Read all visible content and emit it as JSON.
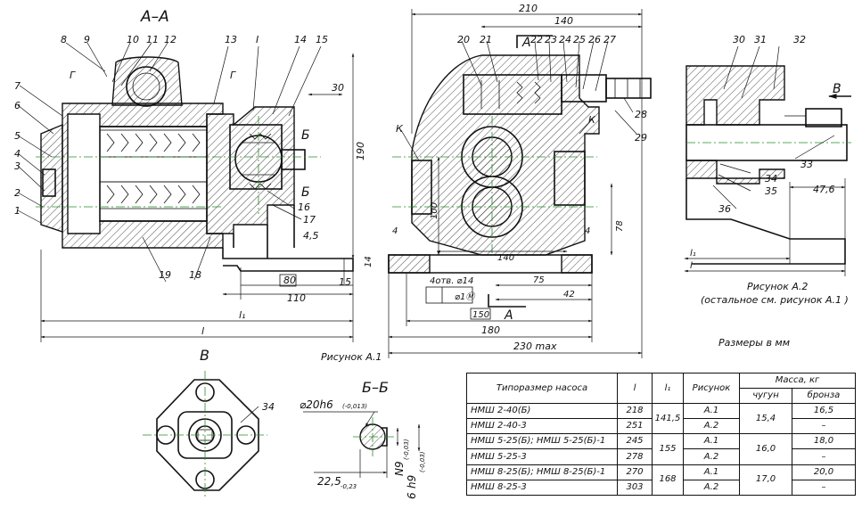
{
  "views": {
    "section_aa": "А–А",
    "section_bb": "Б–Б",
    "view_v": "В",
    "figure_a1": "Рисунок А.1",
    "figure_a2": "Рисунок А.2",
    "figure_a2_note": "(остальное см. рисунок А.1 )",
    "units_note": "Размеры в мм"
  },
  "callouts_left": [
    "8",
    "9",
    "10",
    "11",
    "12",
    "13",
    "I",
    "14",
    "15",
    "7",
    "6",
    "5",
    "4",
    "3",
    "2",
    "1",
    "16",
    "17",
    "19",
    "18"
  ],
  "callouts_mid": [
    "20",
    "21",
    "22",
    "23",
    "24",
    "25",
    "26",
    "27",
    "28",
    "29"
  ],
  "callouts_right": [
    "30",
    "31",
    "32",
    "33",
    "34",
    "35",
    "36"
  ],
  "marks": {
    "g1": "Г",
    "g2": "Г",
    "k1": "К",
    "k2": "К",
    "a_top": "А",
    "a_bottom": "А",
    "b_top": "Б",
    "b_bottom": "Б",
    "v_arrow": "В",
    "v34": "34"
  },
  "dims_left": {
    "d30": "30",
    "d190": "190",
    "d4_5": "4,5",
    "d14": "14",
    "d80": "80",
    "d15": "15",
    "d110": "110",
    "d_l1": "l₁",
    "d_l": "l"
  },
  "dims_mid": {
    "d210": "210",
    "d140_top": "140",
    "d100": "100",
    "d4a": "4",
    "d4b": "4",
    "d78": "78",
    "d140_bot": "140",
    "holes": "4отв. ⌀14",
    "d75": "75",
    "tol": "⌀1Ⓜ",
    "d42": "42",
    "d150": "150",
    "d180": "180",
    "d230": "230 max"
  },
  "dims_right": {
    "d47_6": "47,6",
    "d_l1": "l₁",
    "d_l": "l"
  },
  "dims_bb": {
    "d20": "⌀20h6",
    "d20_tol": "(-0,013)",
    "d22_5": "22,5",
    "d22_5_tol": "-0,23",
    "dN9": "N9",
    "dN9_tol": "(-0,03)",
    "d6": "6",
    "dh9": "h9",
    "dh9_tol": "(-0,03)"
  },
  "table": {
    "headers": {
      "model": "Типоразмер насоса",
      "l": "l",
      "l1": "l₁",
      "fig": "Рисунок",
      "mass": "Масса, кг",
      "iron": "чугун",
      "bronze": "бронза"
    },
    "rows": [
      {
        "model": "НМШ 2-40(Б)",
        "l": "218",
        "fig": "А.1"
      },
      {
        "model": "НМШ 2-40-3",
        "l": "251",
        "fig": "А.2"
      },
      {
        "model": "НМШ 5-25(Б); НМШ 5-25(Б)-1",
        "l": "245",
        "fig": "А.1"
      },
      {
        "model": "НМШ 5-25-3",
        "l": "278",
        "fig": "А.2"
      },
      {
        "model": "НМШ 8-25(Б); НМШ 8-25(Б)-1",
        "l": "270",
        "fig": "А.1"
      },
      {
        "model": "НМШ 8-25-3",
        "l": "303",
        "fig": "А.2"
      }
    ],
    "groups": [
      {
        "l1": "141,5",
        "iron": "15,4",
        "bronze_a": "16,5",
        "bronze_b": "–"
      },
      {
        "l1": "155",
        "iron": "16,0",
        "bronze_a": "18,0",
        "bronze_b": "–"
      },
      {
        "l1": "168",
        "iron": "17,0",
        "bronze_a": "20,0",
        "bronze_b": "–"
      }
    ]
  }
}
